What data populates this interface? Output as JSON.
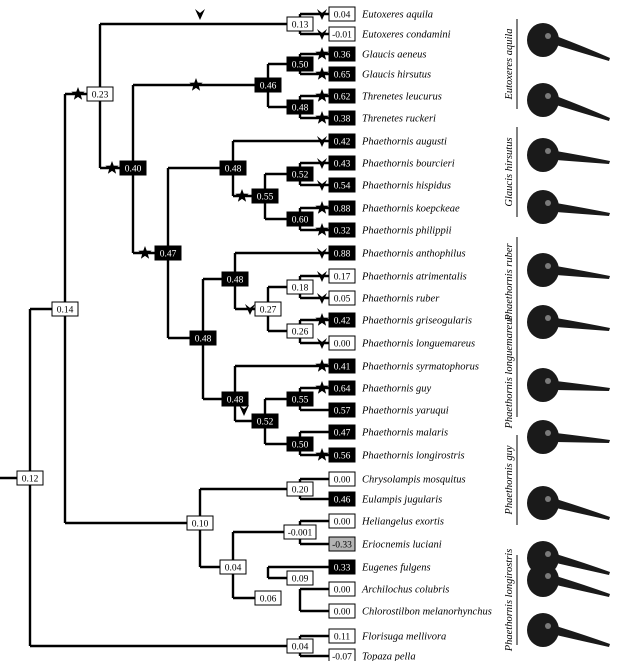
{
  "nodes": [
    {
      "id": "n_root",
      "value": "0.12",
      "style": "white"
    },
    {
      "id": "n_014",
      "value": "0.14",
      "style": "white"
    },
    {
      "id": "n_023",
      "value": "0.23",
      "style": "white"
    },
    {
      "id": "n_013",
      "value": "0.13",
      "style": "white"
    },
    {
      "id": "n_040",
      "value": "0.40",
      "style": "black"
    },
    {
      "id": "n_046",
      "value": "0.46",
      "style": "black"
    },
    {
      "id": "n_050a",
      "value": "0.50",
      "style": "black"
    },
    {
      "id": "n_048b",
      "value": "0.48",
      "style": "black"
    },
    {
      "id": "n_047",
      "value": "0.47",
      "style": "black"
    },
    {
      "id": "n_048a",
      "value": "0.48",
      "style": "black"
    },
    {
      "id": "n_055a",
      "value": "0.55",
      "style": "black"
    },
    {
      "id": "n_052a",
      "value": "0.52",
      "style": "black"
    },
    {
      "id": "n_060",
      "value": "0.60",
      "style": "black"
    },
    {
      "id": "n_048c",
      "value": "0.48",
      "style": "black"
    },
    {
      "id": "n_048d",
      "value": "0.48",
      "style": "black"
    },
    {
      "id": "n_027",
      "value": "0.27",
      "style": "white"
    },
    {
      "id": "n_018",
      "value": "0.18",
      "style": "white"
    },
    {
      "id": "n_026",
      "value": "0.26",
      "style": "white"
    },
    {
      "id": "n_048e",
      "value": "0.48",
      "style": "black"
    },
    {
      "id": "n_052b",
      "value": "0.52",
      "style": "black"
    },
    {
      "id": "n_055b",
      "value": "0.55",
      "style": "black"
    },
    {
      "id": "n_050b",
      "value": "0.50",
      "style": "black"
    },
    {
      "id": "n_010",
      "value": "0.10",
      "style": "white"
    },
    {
      "id": "n_020",
      "value": "0.20",
      "style": "white"
    },
    {
      "id": "n_004a",
      "value": "0.04",
      "style": "white"
    },
    {
      "id": "n_m0001",
      "value": "-0.001",
      "style": "white"
    },
    {
      "id": "n_006",
      "value": "0.06",
      "style": "white"
    },
    {
      "id": "n_009",
      "value": "0.09",
      "style": "white"
    },
    {
      "id": "n_004b",
      "value": "0.04",
      "style": "white"
    }
  ],
  "tips": [
    {
      "name": "Eutoxeres aquila",
      "value": "0.04",
      "style": "white"
    },
    {
      "name": "Eutoxeres condamini",
      "value": "-0.01",
      "style": "white"
    },
    {
      "name": "Glaucis aeneus",
      "value": "0.36",
      "style": "black"
    },
    {
      "name": "Glaucis hirsutus",
      "value": "0.65",
      "style": "black"
    },
    {
      "name": "Threnetes leucurus",
      "value": "0.62",
      "style": "black"
    },
    {
      "name": "Threnetes ruckeri",
      "value": "0.38",
      "style": "black"
    },
    {
      "name": "Phaethornis augusti",
      "value": "0.42",
      "style": "black"
    },
    {
      "name": "Phaethornis bourcieri",
      "value": "0.43",
      "style": "black"
    },
    {
      "name": "Phaethornis hispidus",
      "value": "0.54",
      "style": "black"
    },
    {
      "name": "Phaethornis koepckeae",
      "value": "0.88",
      "style": "black"
    },
    {
      "name": "Phaethornis philippii",
      "value": "0.32",
      "style": "black"
    },
    {
      "name": "Phaethornis anthophilus",
      "value": "0.88",
      "style": "black"
    },
    {
      "name": "Phaethornis atrimentalis",
      "value": "0.17",
      "style": "white"
    },
    {
      "name": "Phaethornis ruber",
      "value": "0.05",
      "style": "white"
    },
    {
      "name": "Phaethornis griseogularis",
      "value": "0.42",
      "style": "black"
    },
    {
      "name": "Phaethornis longuemareus",
      "value": "0.00",
      "style": "white"
    },
    {
      "name": "Phaethornis syrmatophorus",
      "value": "0.41",
      "style": "black"
    },
    {
      "name": "Phaethornis guy",
      "value": "0.64",
      "style": "black"
    },
    {
      "name": "Phaethornis yaruqui",
      "value": "0.57",
      "style": "black"
    },
    {
      "name": "Phaethornis malaris",
      "value": "0.47",
      "style": "black"
    },
    {
      "name": "Phaethornis longirostris",
      "value": "0.56",
      "style": "black"
    },
    {
      "name": "Chrysolampis mosquitus",
      "value": "0.00",
      "style": "white"
    },
    {
      "name": "Eulampis jugularis",
      "value": "0.46",
      "style": "black"
    },
    {
      "name": "Heliangelus exortis",
      "value": "0.00",
      "style": "white"
    },
    {
      "name": "Eriocnemis luciani",
      "value": "-0.33",
      "style": "gray"
    },
    {
      "name": "Eugenes fulgens",
      "value": "0.33",
      "style": "black"
    },
    {
      "name": "Archilochus colubris",
      "value": "0.00",
      "style": "white"
    },
    {
      "name": "Chlorostilbon melanorhynchus",
      "value": "0.00",
      "style": "white"
    },
    {
      "name": "Florisuga mellivora",
      "value": "0.11",
      "style": "white"
    },
    {
      "name": "Topaza pella",
      "value": "-0.07",
      "style": "white"
    }
  ],
  "bird_labels": [
    {
      "name": "Eutoxeres aquila"
    },
    {
      "name": "Glaucis hirsutus"
    },
    {
      "name": "Phaethornis ruber"
    },
    {
      "name": "Phaethornis longuemareus"
    },
    {
      "name": "Phaethornis guy"
    },
    {
      "name": "Phaethornis longirostris"
    }
  ],
  "colors": {
    "black": "#000000",
    "white": "#ffffff",
    "gray": "#b4b4b4",
    "line": "#000000"
  }
}
